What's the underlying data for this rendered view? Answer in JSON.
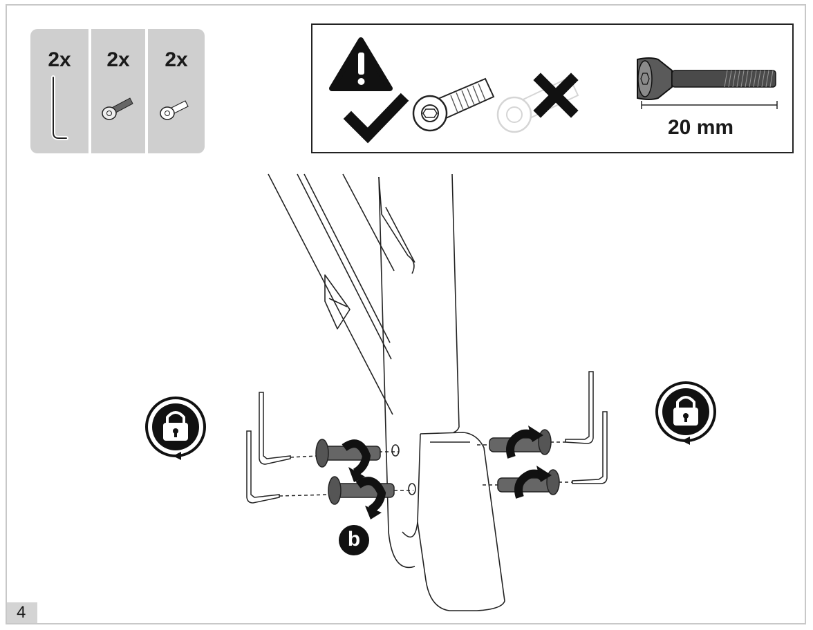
{
  "parts": [
    {
      "qty": "2x",
      "icon": "allen-key-icon"
    },
    {
      "qty": "2x",
      "icon": "long-bolt-icon"
    },
    {
      "qty": "2x",
      "icon": "short-bolt-icon"
    }
  ],
  "warning": {
    "icon": "warning-triangle-icon",
    "correct_icon": "checkmark-icon",
    "wrong_icon": "cross-icon",
    "bolt_length": "20 mm"
  },
  "callout": "b",
  "step_number": "4",
  "colors": {
    "panel_gray": "#cfcfcf",
    "ink": "#1a1a1a"
  }
}
